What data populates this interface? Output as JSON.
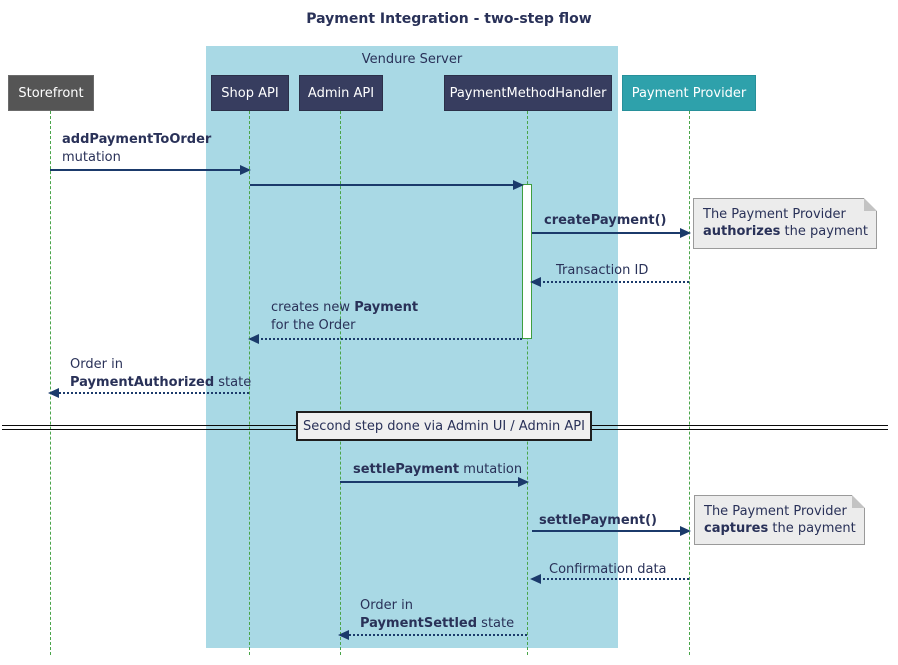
{
  "diagram": {
    "title": "Payment Integration - two-step flow"
  },
  "groups": {
    "vendure_server": "Vendure Server"
  },
  "participants": {
    "storefront": "Storefront",
    "shop_api": "Shop API",
    "admin_api": "Admin API",
    "payment_method_handler": "PaymentMethodHandler",
    "payment_provider": "Payment Provider"
  },
  "messages": {
    "add_payment_bold": "addPaymentToOrder",
    "add_payment_rest": "mutation",
    "create_payment": "createPayment()",
    "transaction_id": "Transaction ID",
    "creates_payment_pre": "creates new ",
    "creates_payment_bold": "Payment",
    "creates_payment_line2": "for the Order",
    "order_auth_line1": "Order in",
    "order_auth_bold": "PaymentAuthorized",
    "order_auth_rest": " state",
    "settle_mutation_bold": "settlePayment",
    "settle_mutation_rest": " mutation",
    "settle_call": "settlePayment()",
    "confirmation": "Confirmation data",
    "order_settled_line1": "Order in",
    "order_settled_bold": "PaymentSettled",
    "order_settled_rest": " state"
  },
  "divider": {
    "label": "Second step done via Admin UI / Admin API"
  },
  "notes": {
    "authorize_line1": "The Payment Provider",
    "authorize_bold": "authorizes",
    "authorize_rest": " the payment",
    "capture_line1": "The Payment Provider",
    "capture_bold": "captures",
    "capture_rest": " the payment"
  },
  "colors": {
    "server_group_fill": "#A9D9E5",
    "participant_navy": "#373D5F",
    "participant_gray": "#555555",
    "participant_teal": "#2EA1AB",
    "lifeline_green": "#4AA54A",
    "arrow_navy": "#1B3A6B",
    "text_navy": "#293158",
    "note_fill": "#ECECEC"
  }
}
